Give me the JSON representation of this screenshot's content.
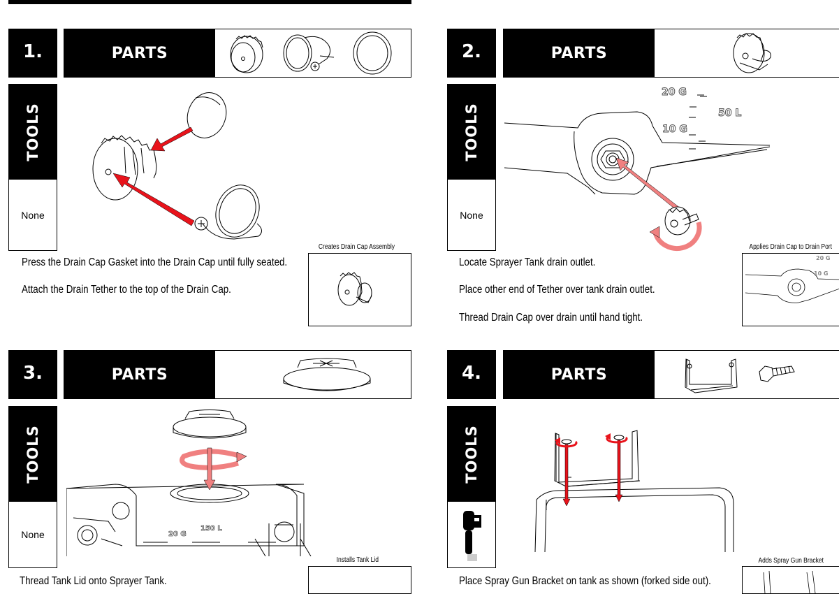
{
  "steps": [
    {
      "number": "1.",
      "parts_label": "PARTS",
      "tools_label": "TOOLS",
      "tools_value": "None",
      "instructions": [
        "Press the Drain Cap Gasket into the Drain Cap until fully seated.",
        "Attach the Drain Tether to the top of the Drain Cap."
      ],
      "result_caption": "Creates Drain Cap Assembly"
    },
    {
      "number": "2.",
      "parts_label": "PARTS",
      "tools_label": "TOOLS",
      "tools_value": "None",
      "instructions": [
        "Locate Sprayer Tank drain outlet.",
        "Place other end of Tether over tank drain outlet.",
        "Thread Drain Cap over drain until hand tight."
      ],
      "result_caption": "Applies Drain Cap to Drain Port",
      "tank_markings": [
        "20 G",
        "50 L",
        "10 G"
      ]
    },
    {
      "number": "3.",
      "parts_label": "PARTS",
      "tools_label": "TOOLS",
      "tools_value": "None",
      "instructions": [
        "Thread Tank Lid onto Sprayer Tank."
      ],
      "result_caption": "Installs Tank Lid",
      "tank_markings": [
        "20 G",
        "150 L"
      ]
    },
    {
      "number": "4.",
      "parts_label": "PARTS",
      "tools_label": "TOOLS",
      "tools_value": "",
      "instructions": [
        "Place Spray Gun Bracket on tank as shown (forked side out)."
      ],
      "result_caption": "Adds Spray Gun Bracket"
    }
  ],
  "colors": {
    "arrow_red": "#e8131b",
    "arrow_light": "#f08080",
    "panel_black": "#000000"
  },
  "icons": [
    "drain-cap-icon",
    "gasket-icon",
    "tether-icon",
    "tank-lid-icon",
    "bracket-icon",
    "bolt-icon",
    "wrench-tool-icon",
    "rotation-arrow-icon"
  ]
}
